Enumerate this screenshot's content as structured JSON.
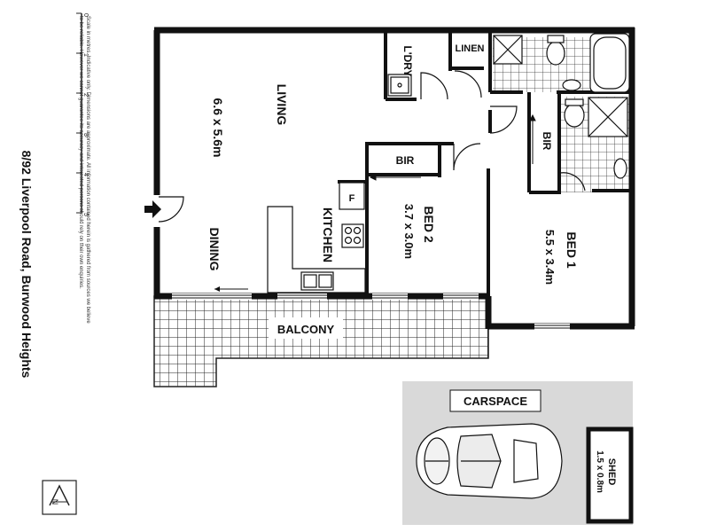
{
  "title": "8/92 Liverpool Road, Burwood Heights",
  "disclaimer": "Scale in metres. Indicative only. Dimensions are approximate. All information contained herein is gathered from sources we believe to be reliable. However we cannot guarantee its accuracy and interested persons should rely on their own enquiries.",
  "scale": {
    "ticks": [
      "0",
      "1",
      "2",
      "3",
      "4",
      "5"
    ]
  },
  "rooms": {
    "living": "LIVING",
    "living_dim": "6.6 x 5.6m",
    "dining": "DINING",
    "kitchen": "KITCHEN",
    "fridge": "F",
    "laundry": "L'DRY",
    "linen": "LINEN",
    "bir_bed2": "BIR",
    "bed2": "BED 2",
    "bed2_dim": "3.7 x 3.0m",
    "bir_bed1": "BIR",
    "bed1": "BED 1",
    "bed1_dim": "5.5 x 3.4m",
    "balcony": "BALCONY",
    "carspace": "CARSPACE",
    "shed": "SHED",
    "shed_dim": "1.5 x 0.8m"
  },
  "compass": {
    "label": "N"
  }
}
